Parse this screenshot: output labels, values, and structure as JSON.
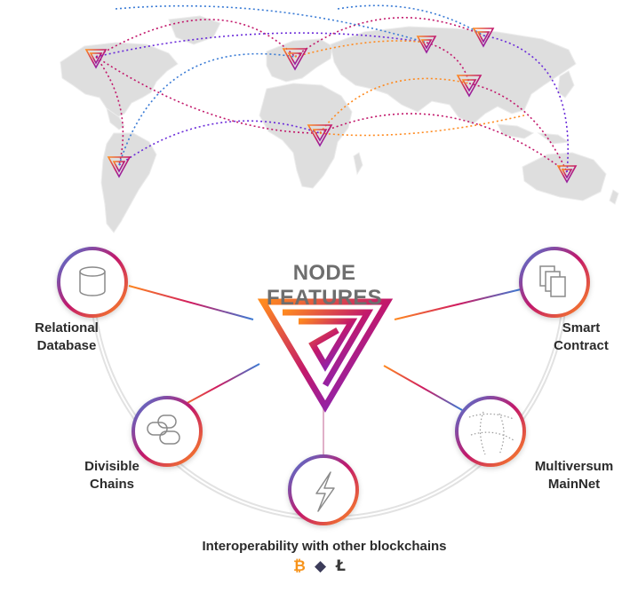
{
  "title": "NODE FEATURES",
  "features": [
    {
      "id": "relational-database",
      "label_line1": "Relational",
      "label_line2": "Database",
      "icon": "database-icon"
    },
    {
      "id": "divisible-chains",
      "label_line1": "Divisible",
      "label_line2": "Chains",
      "icon": "chain-links-icon"
    },
    {
      "id": "interoperability",
      "label_line1": "Interoperability with other blockchains",
      "label_line2": "",
      "icon": "lightning-icon"
    },
    {
      "id": "multiversum-mainnet",
      "label_line1": "Multiversum",
      "label_line2": "MainNet",
      "icon": "globe-grid-icon"
    },
    {
      "id": "smart-contract",
      "label_line1": "Smart",
      "label_line2": "Contract",
      "icon": "documents-icon"
    }
  ],
  "coins": [
    {
      "name": "bitcoin",
      "glyph": "₿",
      "color": "#f7931a"
    },
    {
      "name": "ethereum",
      "glyph": "◆",
      "color": "#3c3c5a"
    },
    {
      "name": "litecoin",
      "glyph": "Ł",
      "color": "#3a3a3a"
    }
  ],
  "colors": {
    "gradient_start": "#ff8a1f",
    "gradient_mid": "#c2186b",
    "gradient_end": "#6a2bd9",
    "map": "#dcdcdc",
    "ring": "#e9e9e9"
  }
}
